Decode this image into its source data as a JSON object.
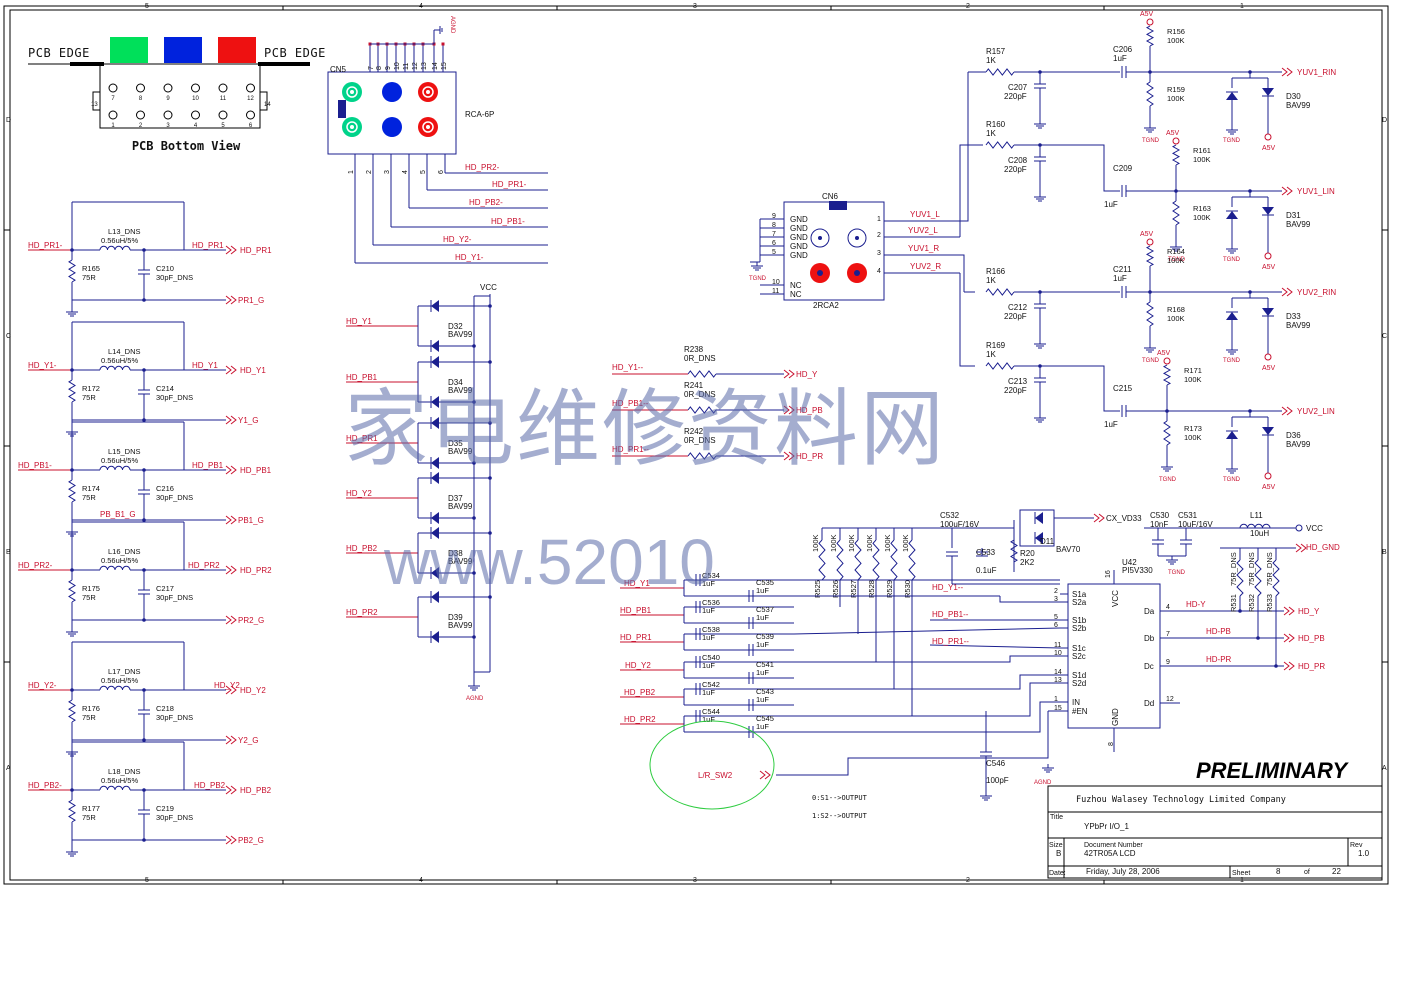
{
  "board": {
    "pcb_edge_left": "PCB EDGE",
    "pcb_edge_right": "PCB EDGE",
    "bottom_view": "PCB Bottom View",
    "pins_top": [
      "7",
      "8",
      "9",
      "10",
      "11",
      "12"
    ],
    "pins_bottom": [
      "1",
      "2",
      "3",
      "4",
      "5",
      "6"
    ],
    "pin_13": "13",
    "pin_14": "14",
    "swatch_colors": [
      "#00e05a",
      "#0022dd",
      "#ee1111"
    ]
  },
  "border": {
    "cols": [
      "5",
      "4",
      "3",
      "2",
      "1"
    ],
    "rows": [
      "D",
      "C",
      "B",
      "A"
    ]
  },
  "cn5": {
    "ref": "CN5",
    "part": "RCA-6P",
    "top_pins": [
      "7",
      "8",
      "9",
      "10",
      "11",
      "12",
      "13",
      "14",
      "15"
    ],
    "bottom_pins": [
      "1",
      "2",
      "3",
      "4",
      "5",
      "6"
    ],
    "nets": [
      "HD_PR2-",
      "HD_PR1-",
      "HD_PB2-",
      "HD_PB1-",
      "HD_Y2-",
      "HD_Y1-"
    ],
    "agnd": "AGND"
  },
  "filters": [
    {
      "l": "L13_DNS",
      "lv": "0.56uH/5%",
      "r": "R165",
      "rv": "75R",
      "c": "C210",
      "cv": "30pF_DNS",
      "in": "HD_PR1-",
      "out": "HD_PR1",
      "port": "HD_PR1",
      "gnd": "PR1_G"
    },
    {
      "l": "L14_DNS",
      "lv": "0.56uH/5%",
      "r": "R172",
      "rv": "75R",
      "c": "C214",
      "cv": "30pF_DNS",
      "in": "HD_Y1-",
      "out": "HD_Y1",
      "port": "HD_Y1",
      "gnd": "Y1_G"
    },
    {
      "l": "L15_DNS",
      "lv": "0.56uH/5%",
      "r": "R174",
      "rv": "75R",
      "c": "C216",
      "cv": "30pF_DNS",
      "in": "HD_PB1-",
      "out": "HD_PB1",
      "port": "HD_PB1",
      "gnd": "PB1_G",
      "gnd_net": "PB_B1_G"
    },
    {
      "l": "L16_DNS",
      "lv": "0.56uH/5%",
      "r": "R175",
      "rv": "75R",
      "c": "C217",
      "cv": "30pF_DNS",
      "in": "HD_PR2-",
      "out": "HD_PR2",
      "port": "HD_PR2",
      "gnd": "PR2_G"
    },
    {
      "l": "L17_DNS",
      "lv": "0.56uH/5%",
      "r": "R176",
      "rv": "75R",
      "c": "C218",
      "cv": "30pF_DNS",
      "in": "HD_Y2-",
      "out": "HD_Y2",
      "port": "HD_Y2",
      "gnd": "Y2_G"
    },
    {
      "l": "L18_DNS",
      "lv": "0.56uH/5%",
      "r": "R177",
      "rv": "75R",
      "c": "C219",
      "cv": "30pF_DNS",
      "in": "HD_PB2-",
      "out": "HD_PB2",
      "port": "HD_PB2",
      "gnd": "PB2_G"
    }
  ],
  "esd": {
    "vcc": "VCC",
    "agnd": "AGND",
    "rows": [
      {
        "net": "HD_Y1",
        "ref": "D32",
        "part": "BAV99"
      },
      {
        "net": "HD_PB1",
        "ref": "D34",
        "part": "BAV99"
      },
      {
        "net": "HD_PR1",
        "ref": "D35",
        "part": "BAV99"
      },
      {
        "net": "HD_Y2",
        "ref": "D37",
        "part": "BAV99"
      },
      {
        "net": "HD_PB2",
        "ref": "D38",
        "part": "BAV99"
      },
      {
        "net": "HD_PR2",
        "ref": "D39",
        "part": "BAV99"
      }
    ]
  },
  "cn6": {
    "ref": "CN6",
    "part": "2RCA2",
    "left_pins": [
      {
        "n": "9",
        "name": "GND"
      },
      {
        "n": "8",
        "name": "GND"
      },
      {
        "n": "7",
        "name": "GND"
      },
      {
        "n": "6",
        "name": "GND"
      },
      {
        "n": "5",
        "name": "GND"
      },
      {
        "n": "10",
        "name": "NC"
      },
      {
        "n": "11",
        "name": "NC"
      }
    ],
    "right_pins": [
      {
        "n": "1",
        "net": "YUV1_L"
      },
      {
        "n": "2",
        "net": "YUV2_L"
      },
      {
        "n": "3",
        "net": "YUV1_R"
      },
      {
        "n": "4",
        "net": "YUV2_R"
      }
    ],
    "tgnd": "TGND"
  },
  "audio": [
    {
      "r1": "R157",
      "r1v": "1K",
      "c1": "C207",
      "c1v": "220pF",
      "cs": "C206",
      "csv": "1uF",
      "rp": "R156",
      "rpv": "100K",
      "rb": "R159",
      "rbv": "100K",
      "d": "D30",
      "dv": "BAV99",
      "out": "YUV1_RIN"
    },
    {
      "r1": "R160",
      "r1v": "1K",
      "c1": "C208",
      "c1v": "220pF",
      "cs": "C209",
      "csv": "1uF",
      "rp": "R161",
      "rpv": "100K",
      "rb": "R163",
      "rbv": "100K",
      "d": "D31",
      "dv": "BAV99",
      "out": "YUV1_LIN"
    },
    {
      "r1": "R166",
      "r1v": "1K",
      "c1": "C212",
      "c1v": "220pF",
      "cs": "C211",
      "csv": "1uF",
      "rp": "R164",
      "rpv": "100K",
      "rb": "R168",
      "rbv": "100K",
      "d": "D33",
      "dv": "BAV99",
      "out": "YUV2_RIN"
    },
    {
      "r1": "R169",
      "r1v": "1K",
      "c1": "C213",
      "c1v": "220pF",
      "cs": "C215",
      "csv": "1uF",
      "rp": "R171",
      "rpv": "100K",
      "rb": "R173",
      "rbv": "100K",
      "d": "D36",
      "dv": "BAV99",
      "out": "YUV2_LIN"
    }
  ],
  "rails": {
    "a5v": "A5V",
    "tgnd": "TGND",
    "agnd": "AGND"
  },
  "dns_res": [
    {
      "ref": "R238",
      "val": "0R_DNS",
      "in": "HD_Y1--",
      "out": "HD_Y"
    },
    {
      "ref": "R241",
      "val": "0R_DNS",
      "in": "HD_PB1--",
      "out": "HD_PB"
    },
    {
      "ref": "R242",
      "val": "0R_DNS",
      "in": "HD_PR1--",
      "out": "HD_PR"
    }
  ],
  "coupling": {
    "inputs": [
      "HD_Y1",
      "HD_PB1",
      "HD_PR1",
      "HD_Y2",
      "HD_PB2",
      "HD_PR2"
    ],
    "caps": [
      {
        "a": "C534",
        "b": "C535"
      },
      {
        "a": "C536",
        "b": "C537"
      },
      {
        "a": "C538",
        "b": "C539"
      },
      {
        "a": "C540",
        "b": "C541"
      },
      {
        "a": "C542",
        "b": "C543"
      },
      {
        "a": "C544",
        "b": "C545"
      }
    ],
    "cap_val": "1uF",
    "bias": [
      "R525",
      "R526",
      "R527",
      "R528",
      "R529",
      "R530"
    ],
    "bias_val": "100K"
  },
  "mux": {
    "ref": "U42",
    "part": "PI5V330",
    "vcc_pin": "16",
    "gnd_pin": "8",
    "left_pins": [
      {
        "n": "2",
        "name": "S1a"
      },
      {
        "n": "3",
        "name": "S2a"
      },
      {
        "n": "5",
        "name": "S1b"
      },
      {
        "n": "6",
        "name": "S2b"
      },
      {
        "n": "11",
        "name": "S1c"
      },
      {
        "n": "10",
        "name": "S2c"
      },
      {
        "n": "14",
        "name": "S1d"
      },
      {
        "n": "13",
        "name": "S2d"
      },
      {
        "n": "1",
        "name": "IN"
      },
      {
        "n": "15",
        "name": "#EN"
      }
    ],
    "right_pins": [
      {
        "n": "4",
        "name": "Da",
        "net": "HD-Y",
        "out": "HD_Y"
      },
      {
        "n": "7",
        "name": "Db",
        "net": "HD-PB",
        "out": "HD_PB"
      },
      {
        "n": "9",
        "name": "Dc",
        "net": "HD-PR",
        "out": "HD_PR"
      },
      {
        "n": "12",
        "name": "Dd",
        "net": "",
        "out": ""
      }
    ],
    "vcc_name": "VCC",
    "gnd_name": "GND",
    "net_y": "HD_Y1--",
    "net_pb": "HD_PB1--",
    "net_pr": "HD_PR1--"
  },
  "power": {
    "c532": "C532",
    "c532v": "100uF/16V",
    "c533": "C533",
    "c533v": "0.1uF",
    "r20": "R20",
    "r20v": "2K2",
    "d11": "D11",
    "d11v": "BAV70",
    "net": "CX_VD33",
    "c530": "C530",
    "c530v": "10nF",
    "c531": "C531",
    "c531v": "10uF/16V",
    "l11": "L11",
    "l11v": "10uH",
    "vcc": "VCC",
    "hd_gnd": "HD_GND",
    "pull": [
      {
        "ref": "R531",
        "val": "75R_DNS"
      },
      {
        "ref": "R532",
        "val": "75R_DNS"
      },
      {
        "ref": "R533",
        "val": "75R_DNS"
      }
    ],
    "c546": "C546",
    "c546v": "100pF",
    "sw": "L/R_SW2",
    "note1": "0:S1-->OUTPUT",
    "note2": "1:S2-->OUTPUT"
  },
  "title_block": {
    "status": "PRELIMINARY",
    "company": "Fuzhou Walasey Technology Limited Company",
    "title_label": "Title",
    "title": "YPbPr I/O_1",
    "size_label": "Size",
    "size": "B",
    "docnum_label": "Document Number",
    "docnum": "42TR05A LCD",
    "rev_label": "Rev",
    "rev": "1.0",
    "date_label": "Date:",
    "date": "Friday, July 28, 2006",
    "sheet_label": "Sheet",
    "sheet": "8",
    "of_label": "of",
    "of": "22"
  },
  "watermark": {
    "cn": "家电维修资料网",
    "url": "www.52010"
  },
  "colors": {
    "wire": "#1b1f8f",
    "net": "#c8102e",
    "watermark": "#5a6aa8"
  }
}
